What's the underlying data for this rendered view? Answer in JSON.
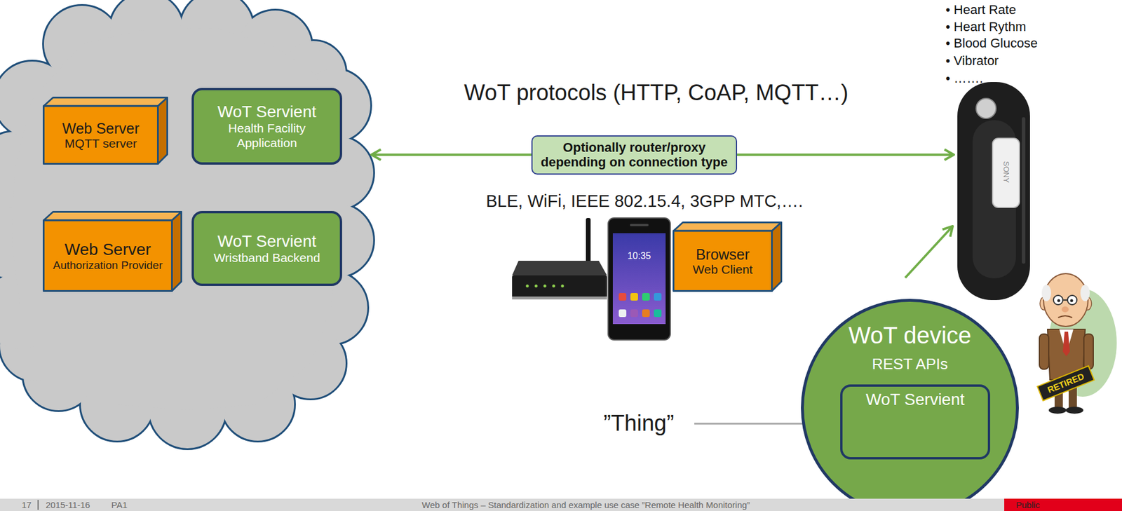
{
  "diagram": {
    "nodes": [
      {
        "text": [
          "Web Server",
          "MQTT server"
        ]
      },
      {
        "text": [
          "WoT Servient",
          "Health Facility Application"
        ]
      },
      {
        "text": [
          "Web Server",
          "Authorization Provider"
        ]
      },
      {
        "text": [
          "WoT Servient",
          "Wristband Backend"
        ]
      },
      {
        "text": [
          "Optionally router/proxy depending on connection type"
        ]
      },
      {
        "text": [
          "Browser",
          "Web Client"
        ]
      },
      {
        "text": [
          "WoT device",
          "REST APIs"
        ]
      },
      {
        "text": [
          "WoT Servient"
        ],
        "in": 6
      }
    ],
    "labels": [
      "WoT protocols (HTTP, CoAP, MQTT…)",
      "BLE, WiFi, IEEE 802.15.4, 3GPP MTC,….",
      "• Heart Rate",
      "• Heart Rythm",
      "• Blood Glucose",
      "• Vibrator",
      "• …….",
      "”Thing”",
      "10:35",
      "SONY",
      "RETIRED",
      "17",
      "2015-11-16",
      "PA1",
      "Web of Things – Standardization and example use case ”Remote Health Monitoring”",
      "Public"
    ]
  }
}
